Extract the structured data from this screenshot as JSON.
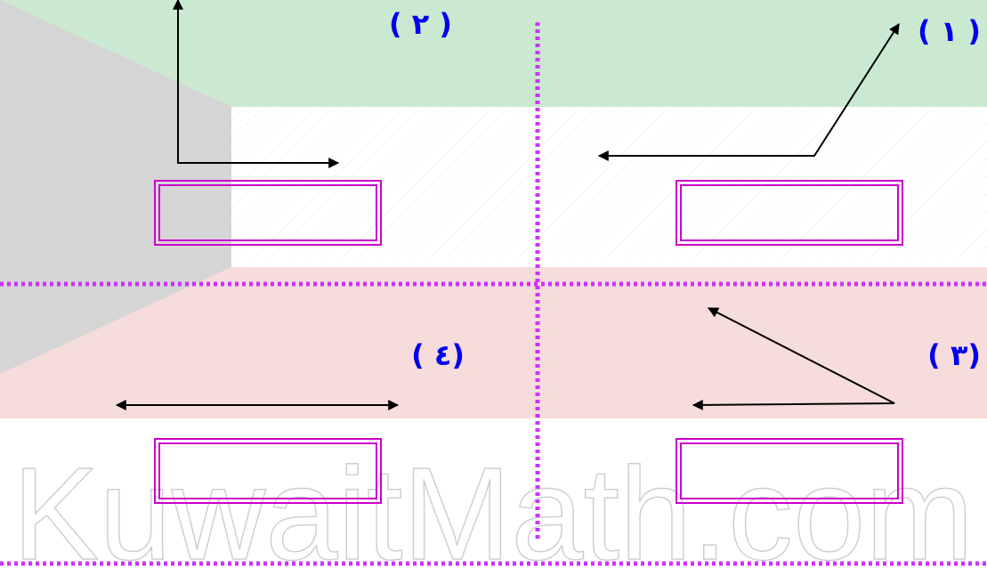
{
  "colors": {
    "divider": "#cc33ff",
    "answer_box": "#cc00cc",
    "label": "#0000ee",
    "arrow": "#000000",
    "flag_green": "#8fd19a",
    "flag_red": "#e59a9a",
    "flag_black": "#b8b8b8",
    "watermark": "#d9d9d9"
  },
  "watermark": {
    "text": "KuwaitMath.com"
  },
  "panels": [
    {
      "id": "1",
      "label": "( ١ )",
      "arrow_shape": "angle-diagonal-and-horizontal"
    },
    {
      "id": "2",
      "label": "( ٢ )",
      "arrow_shape": "right-angle-up-and-right"
    },
    {
      "id": "3",
      "label": "( ٣)",
      "arrow_shape": "two-rays-common-endpoint"
    },
    {
      "id": "4",
      "label": "( ٤)",
      "arrow_shape": "line-two-arrowheads"
    }
  ]
}
